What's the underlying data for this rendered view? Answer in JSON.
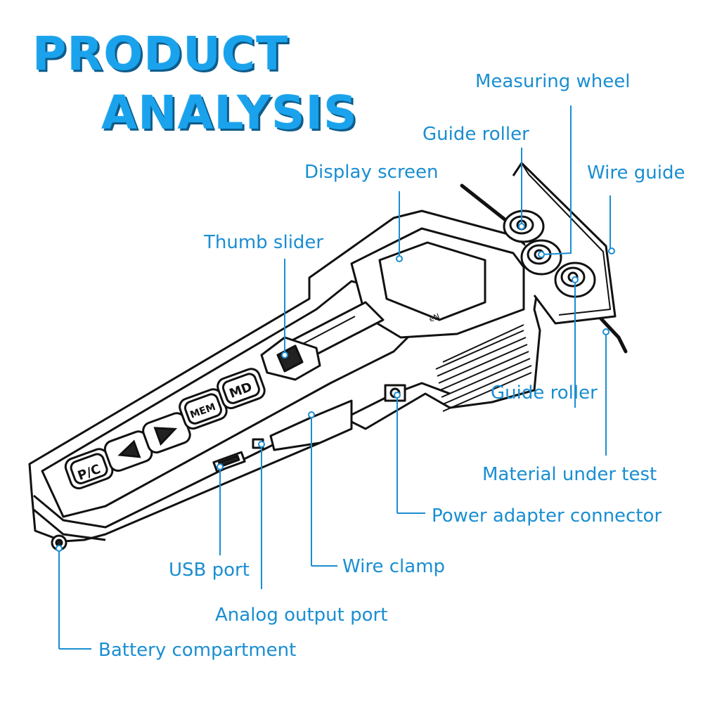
{
  "title": {
    "line1": "PRODUCT",
    "line2": "ANALYSIS"
  },
  "labels": {
    "measuring_wheel": "Measuring wheel",
    "guide_roller_top": "Guide roller",
    "wire_guide": "Wire guide",
    "display_screen": "Display screen",
    "thumb_slider": "Thumb slider",
    "guide_roller_bottom": "Guide roller",
    "material_under_test": "Material under test",
    "power_adapter_connector": "Power adapter connector",
    "usb_port": "USB port",
    "wire_clamp": "Wire clamp",
    "analog_output_port": "Analog output port",
    "battery_compartment": "Battery compartment"
  },
  "device": {
    "buttons": {
      "pc": "P/C",
      "mem": "MEM",
      "md": "MD"
    },
    "screen_mark": "eN"
  },
  "colors": {
    "accent": "#1aa3ec",
    "leader": "#1a8ed1",
    "outline": "#1a1a1a"
  }
}
